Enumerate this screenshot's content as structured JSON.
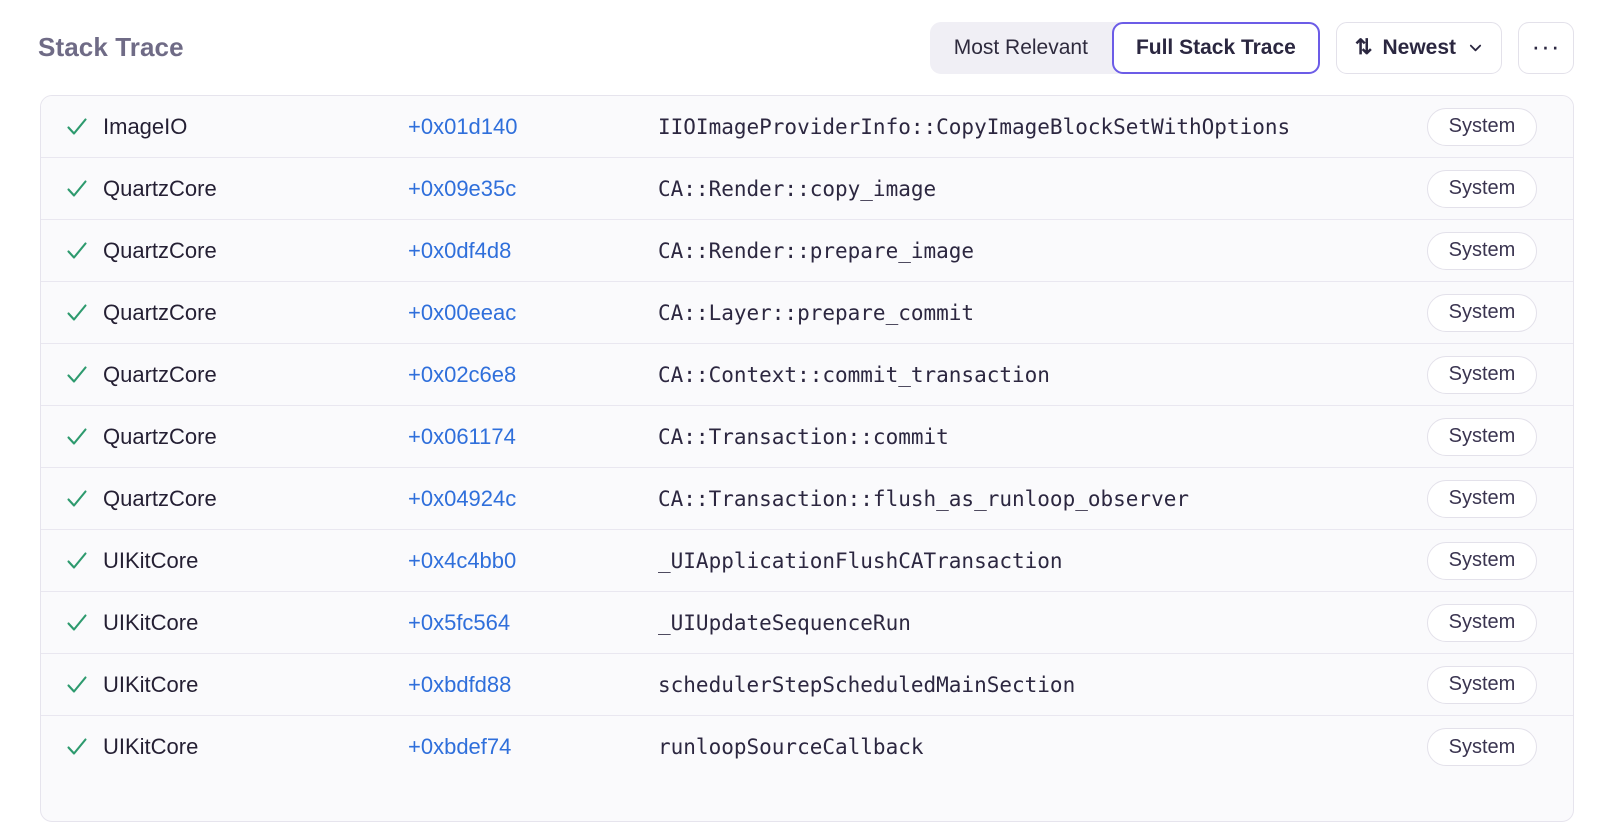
{
  "header": {
    "title": "Stack Trace",
    "segmented": {
      "options": [
        {
          "label": "Most Relevant",
          "active": false
        },
        {
          "label": "Full Stack Trace",
          "active": true
        }
      ]
    },
    "sort": {
      "icon": "sort-arrows-icon",
      "label": "Newest",
      "chevron": "chevron-down-icon"
    },
    "more": {
      "label": "···"
    }
  },
  "colors": {
    "accent_purple": "#6c5ce7",
    "link_blue": "#2f6fdb",
    "check_green": "#2d9a6e",
    "title_gray": "#6f6b86",
    "row_bg": "#fafafc",
    "divider": "#e9e7f0"
  },
  "table": {
    "rows": [
      {
        "status": "✓",
        "binary": "ImageIO",
        "offset": "+0x01d140",
        "symbol": "IIOImageProviderInfo::CopyImageBlockSetWithOptions",
        "tag": "System"
      },
      {
        "status": "✓",
        "binary": "QuartzCore",
        "offset": "+0x09e35c",
        "symbol": "CA::Render::copy_image",
        "tag": "System"
      },
      {
        "status": "✓",
        "binary": "QuartzCore",
        "offset": "+0x0df4d8",
        "symbol": "CA::Render::prepare_image",
        "tag": "System"
      },
      {
        "status": "✓",
        "binary": "QuartzCore",
        "offset": "+0x00eeac",
        "symbol": "CA::Layer::prepare_commit",
        "tag": "System"
      },
      {
        "status": "✓",
        "binary": "QuartzCore",
        "offset": "+0x02c6e8",
        "symbol": "CA::Context::commit_transaction",
        "tag": "System"
      },
      {
        "status": "✓",
        "binary": "QuartzCore",
        "offset": "+0x061174",
        "symbol": "CA::Transaction::commit",
        "tag": "System"
      },
      {
        "status": "✓",
        "binary": "QuartzCore",
        "offset": "+0x04924c",
        "symbol": "CA::Transaction::flush_as_runloop_observer",
        "tag": "System"
      },
      {
        "status": "✓",
        "binary": "UIKitCore",
        "offset": "+0x4c4bb0",
        "symbol": "_UIApplicationFlushCATransaction",
        "tag": "System"
      },
      {
        "status": "✓",
        "binary": "UIKitCore",
        "offset": "+0x5fc564",
        "symbol": "_UIUpdateSequenceRun",
        "tag": "System"
      },
      {
        "status": "✓",
        "binary": "UIKitCore",
        "offset": "+0xbdfd88",
        "symbol": "schedulerStepScheduledMainSection",
        "tag": "System"
      },
      {
        "status": "✓",
        "binary": "UIKitCore",
        "offset": "+0xbdef74",
        "symbol": "runloopSourceCallback",
        "tag": "System"
      }
    ]
  }
}
